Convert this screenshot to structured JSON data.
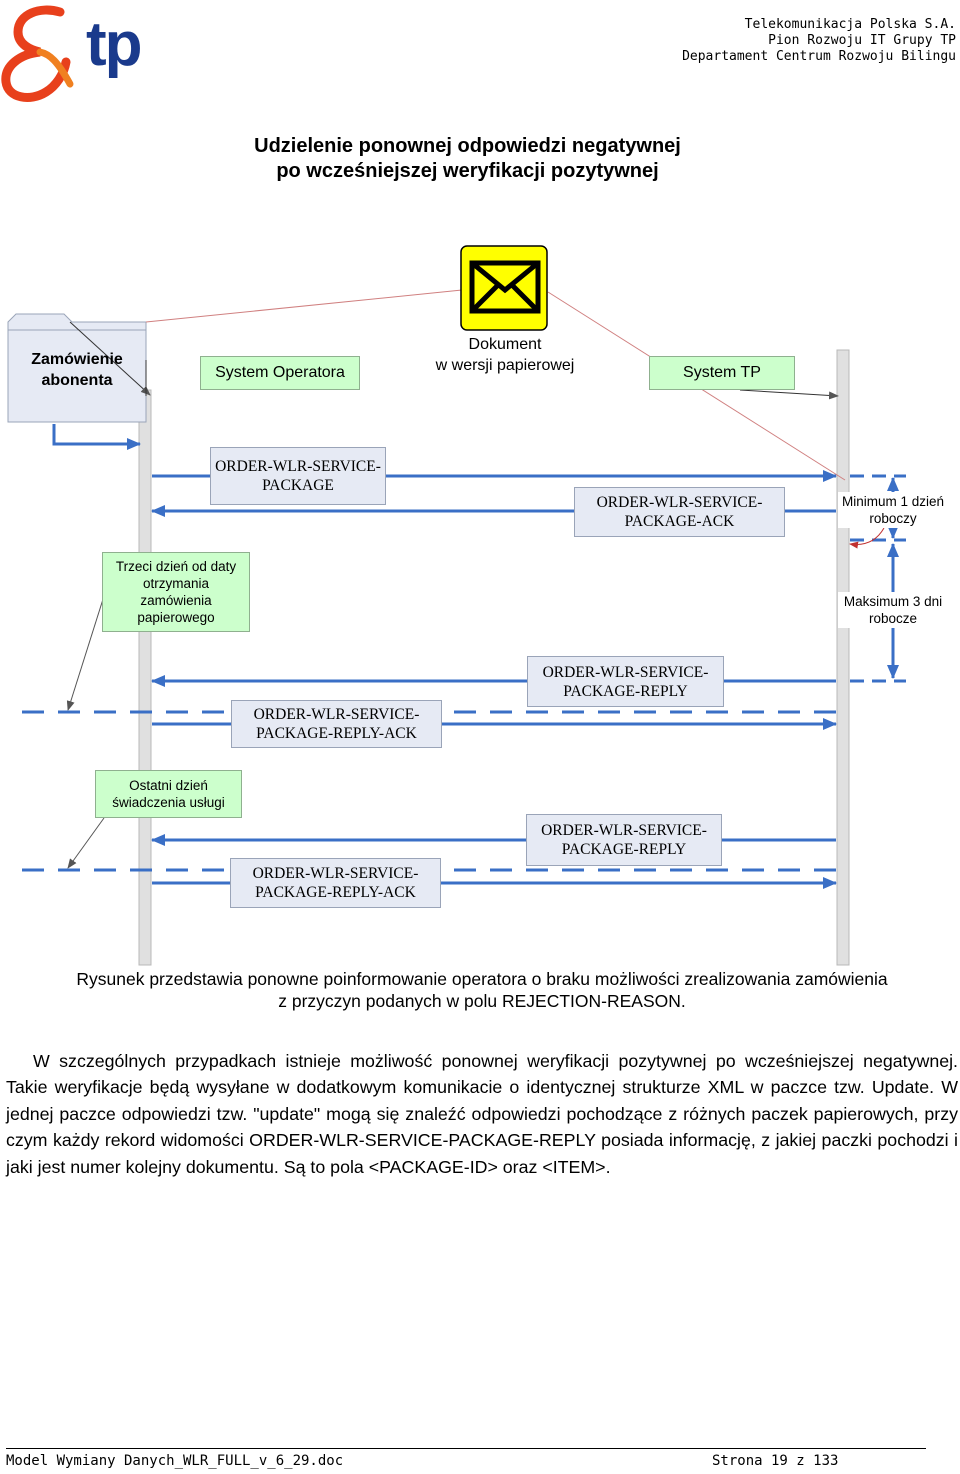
{
  "header": {
    "company": "Telekomunikacja Polska S.A.",
    "division": "Pion Rozwoju IT Grupy TP",
    "department": "Departament Centrum Rozwoju Bilingu",
    "logo_text": "tp"
  },
  "title": {
    "line1": "Udzielenie ponownej odpowiedzi negatywnej",
    "line2": "po wcześniejszej weryfikacji pozytywnej"
  },
  "diagram": {
    "order_box": {
      "line1": "Zamówienie",
      "line2": "abonenta"
    },
    "system_operatora": "System Operatora",
    "document": {
      "line1": "Dokument",
      "line2": "w wersji papierowej"
    },
    "system_tp": "System TP",
    "msg_package": {
      "line1": "ORDER-WLR-SERVICE-",
      "line2": "PACKAGE"
    },
    "msg_package_ack": {
      "line1": "ORDER-WLR-SERVICE-",
      "line2": "PACKAGE-ACK"
    },
    "note_min": {
      "line1": "Minimum 1 dzień",
      "line2": "roboczy"
    },
    "note_third_day": {
      "line1": "Trzeci dzień od daty",
      "line2": "otrzymania",
      "line3": "zamówienia",
      "line4": "papierowego"
    },
    "note_max": {
      "line1": "Maksimum 3 dni",
      "line2": "robocze"
    },
    "msg_reply_1": {
      "line1": "ORDER-WLR-SERVICE-",
      "line2": "PACKAGE-REPLY"
    },
    "msg_reply_ack_1": {
      "line1": "ORDER-WLR-SERVICE-",
      "line2": "PACKAGE-REPLY-ACK"
    },
    "note_last_day": {
      "line1": "Ostatni dzień",
      "line2": "świadczenia usługi"
    },
    "msg_reply_2": {
      "line1": "ORDER-WLR-SERVICE-",
      "line2": "PACKAGE-REPLY"
    },
    "msg_reply_ack_2": {
      "line1": "ORDER-WLR-SERVICE-",
      "line2": "PACKAGE-REPLY-ACK"
    },
    "colors": {
      "lifeline": "#d9d9d9",
      "arrow": "#3a6fc6",
      "red_line": "#d08080",
      "green": "#ccffcc",
      "box": "#e6eaf4",
      "envelope": "#ffff00"
    }
  },
  "caption": {
    "line1": "Rysunek przedstawia ponowne poinformowanie operatora o braku możliwości zrealizowania zamówienia",
    "line2": "z przyczyn podanych w polu REJECTION-REASON."
  },
  "paragraph": "W szczególnych przypadkach istnieje możliwość ponownej weryfikacji pozytywnej po wcześniejszej negatywnej. Takie weryfikacje będą wysyłane w dodatkowym komunikacie o identycznej strukturze XML w paczce tzw. Update. W jednej paczce odpowiedzi tzw. \"update\" mogą się znaleźć odpowiedzi pochodzące z różnych paczek papierowych, przy czym każdy rekord widomości ORDER-WLR-SERVICE-PACKAGE-REPLY posiada informację, z jakiej paczki pochodzi i jaki jest numer kolejny dokumentu. Są to pola <PACKAGE-ID> oraz <ITEM>.",
  "footer": {
    "filename": "Model Wymiany Danych_WLR_FULL_v_6_29.doc",
    "page": "Strona 19 z 133"
  }
}
